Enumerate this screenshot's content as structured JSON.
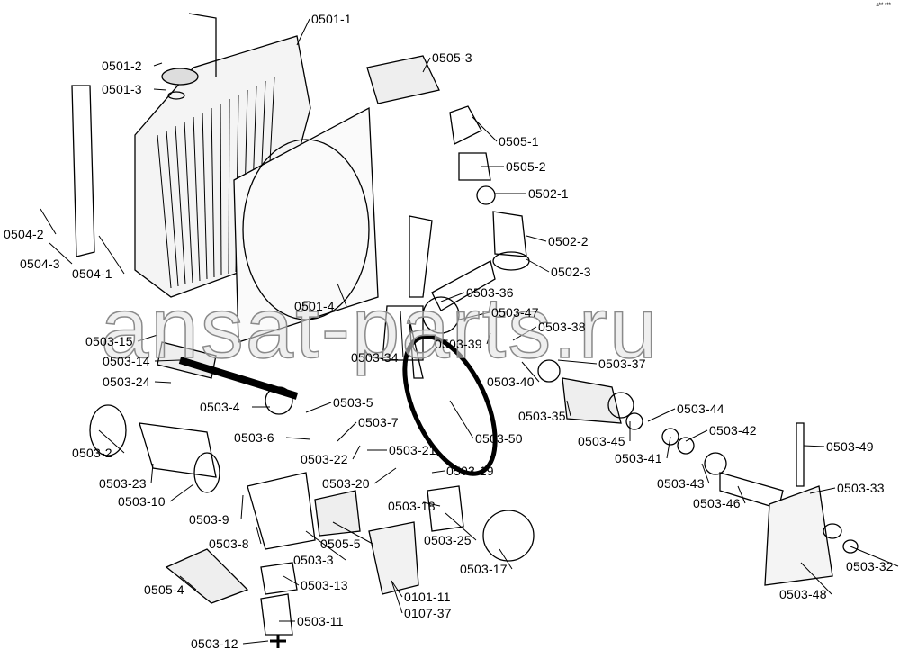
{
  "watermark": "ansat-parts.ru",
  "corner_mark": "a** ***",
  "labels": [
    "0501-1",
    "0501-2",
    "0501-3",
    "0505-3",
    "0505-1",
    "0505-2",
    "0502-1",
    "0502-2",
    "0502-3",
    "0504-2",
    "0504-3",
    "0504-1",
    "0501-4",
    "0503-36",
    "0503-47",
    "0503-38",
    "0503-39",
    "0503-34",
    "0503-40",
    "0503-37",
    "0503-15",
    "0503-14",
    "0503-24",
    "0503-4",
    "0503-5",
    "0503-7",
    "0503-6",
    "0503-21",
    "0503-22",
    "0503-19",
    "0503-20",
    "0503-18",
    "0503-50",
    "0503-35",
    "0503-45",
    "0503-44",
    "0503-42",
    "0503-41",
    "0503-43",
    "0503-49",
    "0503-33",
    "0503-46",
    "0503-2",
    "0503-23",
    "0503-10",
    "0503-9",
    "0503-8",
    "0505-5",
    "0503-3",
    "0503-25",
    "0503-17",
    "0503-32",
    "0503-48",
    "0505-4",
    "0503-13",
    "0503-11",
    "0503-12",
    "0101-11",
    "0107-37"
  ]
}
